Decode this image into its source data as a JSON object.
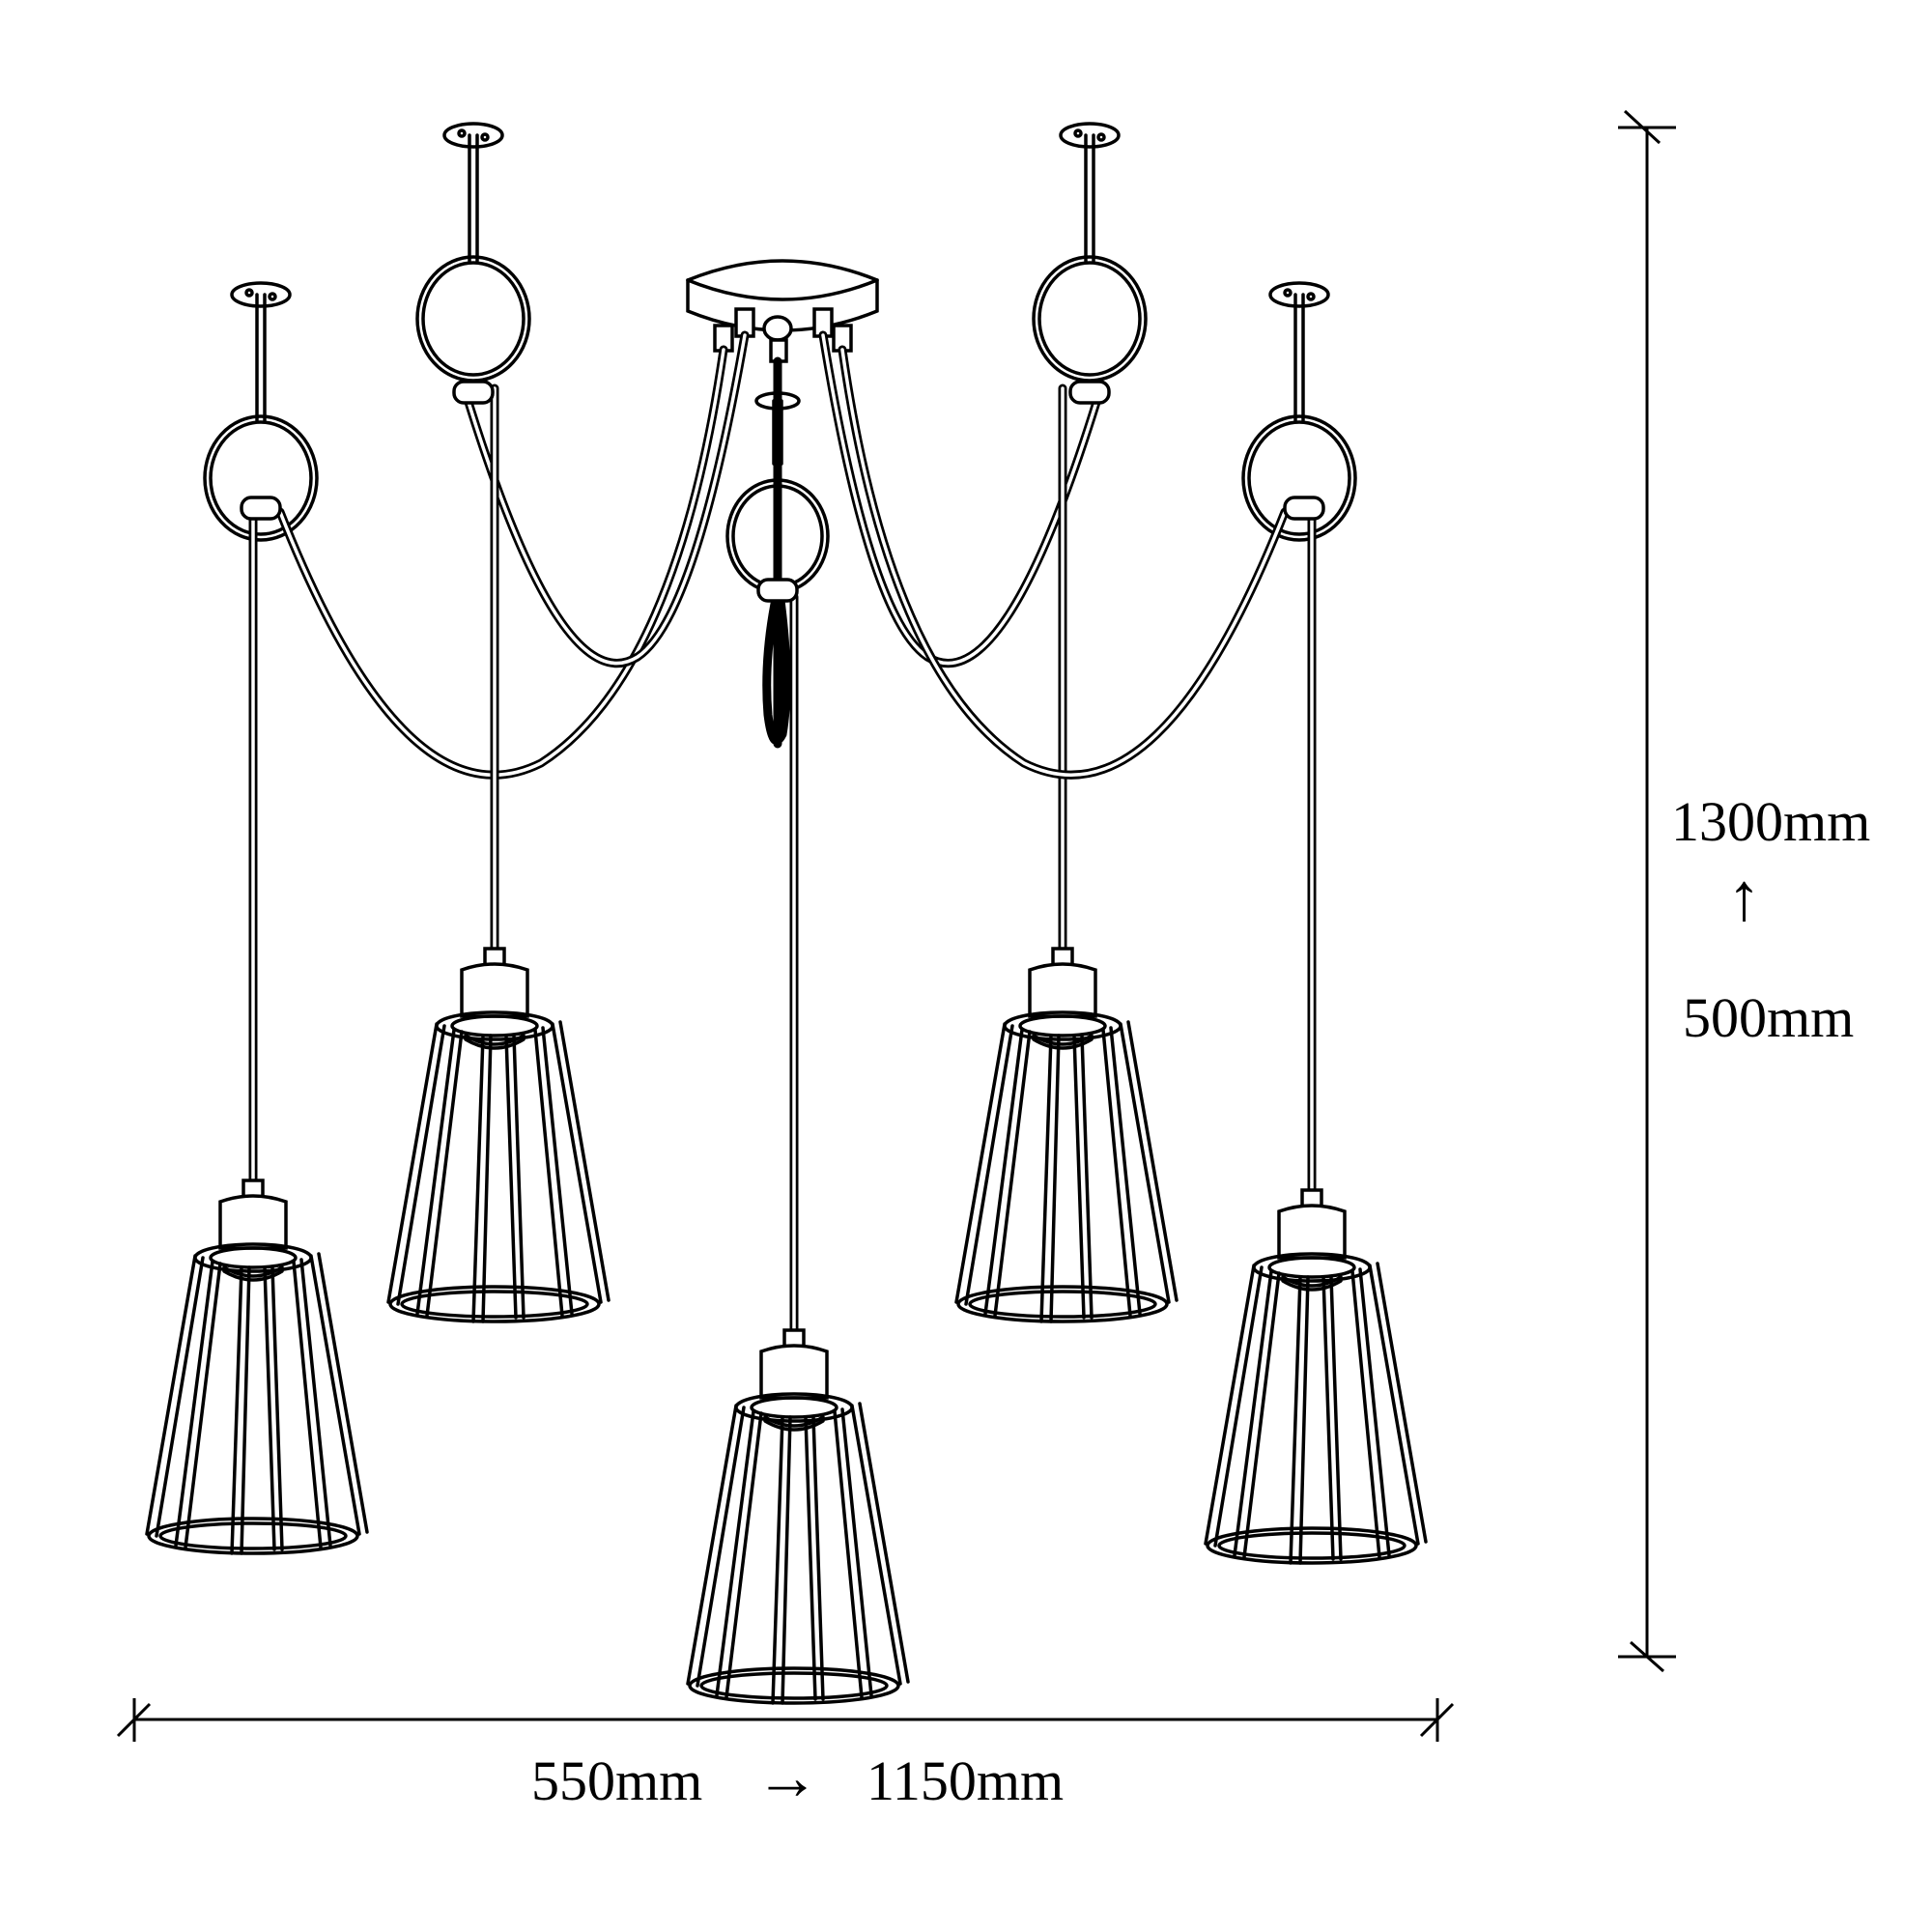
{
  "diagram": {
    "subject": "5-light pendant lamp with wire cage shades",
    "height_dimension": {
      "max_label": "1300mm",
      "min_label": "500mm",
      "arrow_glyph": "↑"
    },
    "width_dimension": {
      "min_label": "550mm",
      "max_label": "1150mm",
      "arrow_glyph": "→"
    },
    "colors": {
      "line": "#000000",
      "background": "#ffffff"
    },
    "pendant_count": 5
  }
}
